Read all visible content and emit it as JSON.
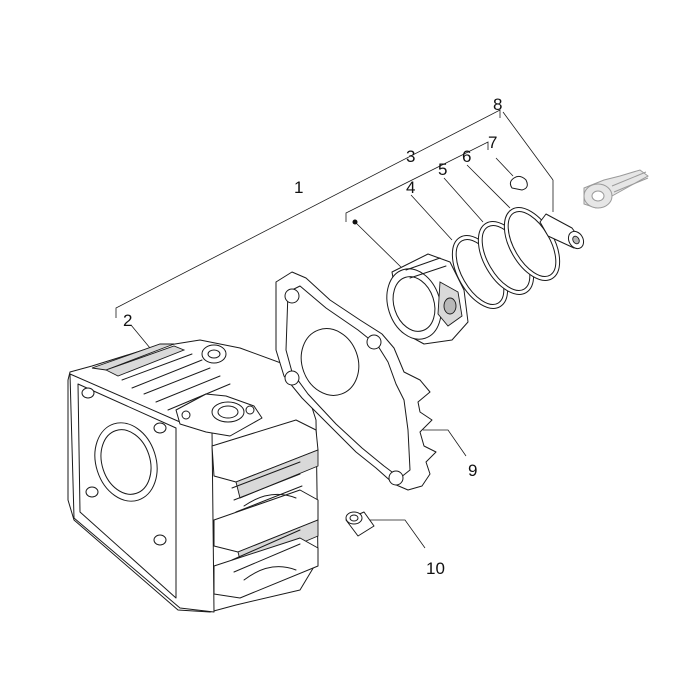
{
  "callouts": {
    "c1": "1",
    "c2": "2",
    "c3": "3",
    "c4": "4",
    "c5": "5",
    "c6": "6",
    "c7": "7",
    "c8": "8",
    "c9": "9",
    "c10": "10"
  },
  "colors": {
    "line": "#1a1a1a",
    "background": "#ffffff",
    "shade": "#d9d9d9"
  }
}
